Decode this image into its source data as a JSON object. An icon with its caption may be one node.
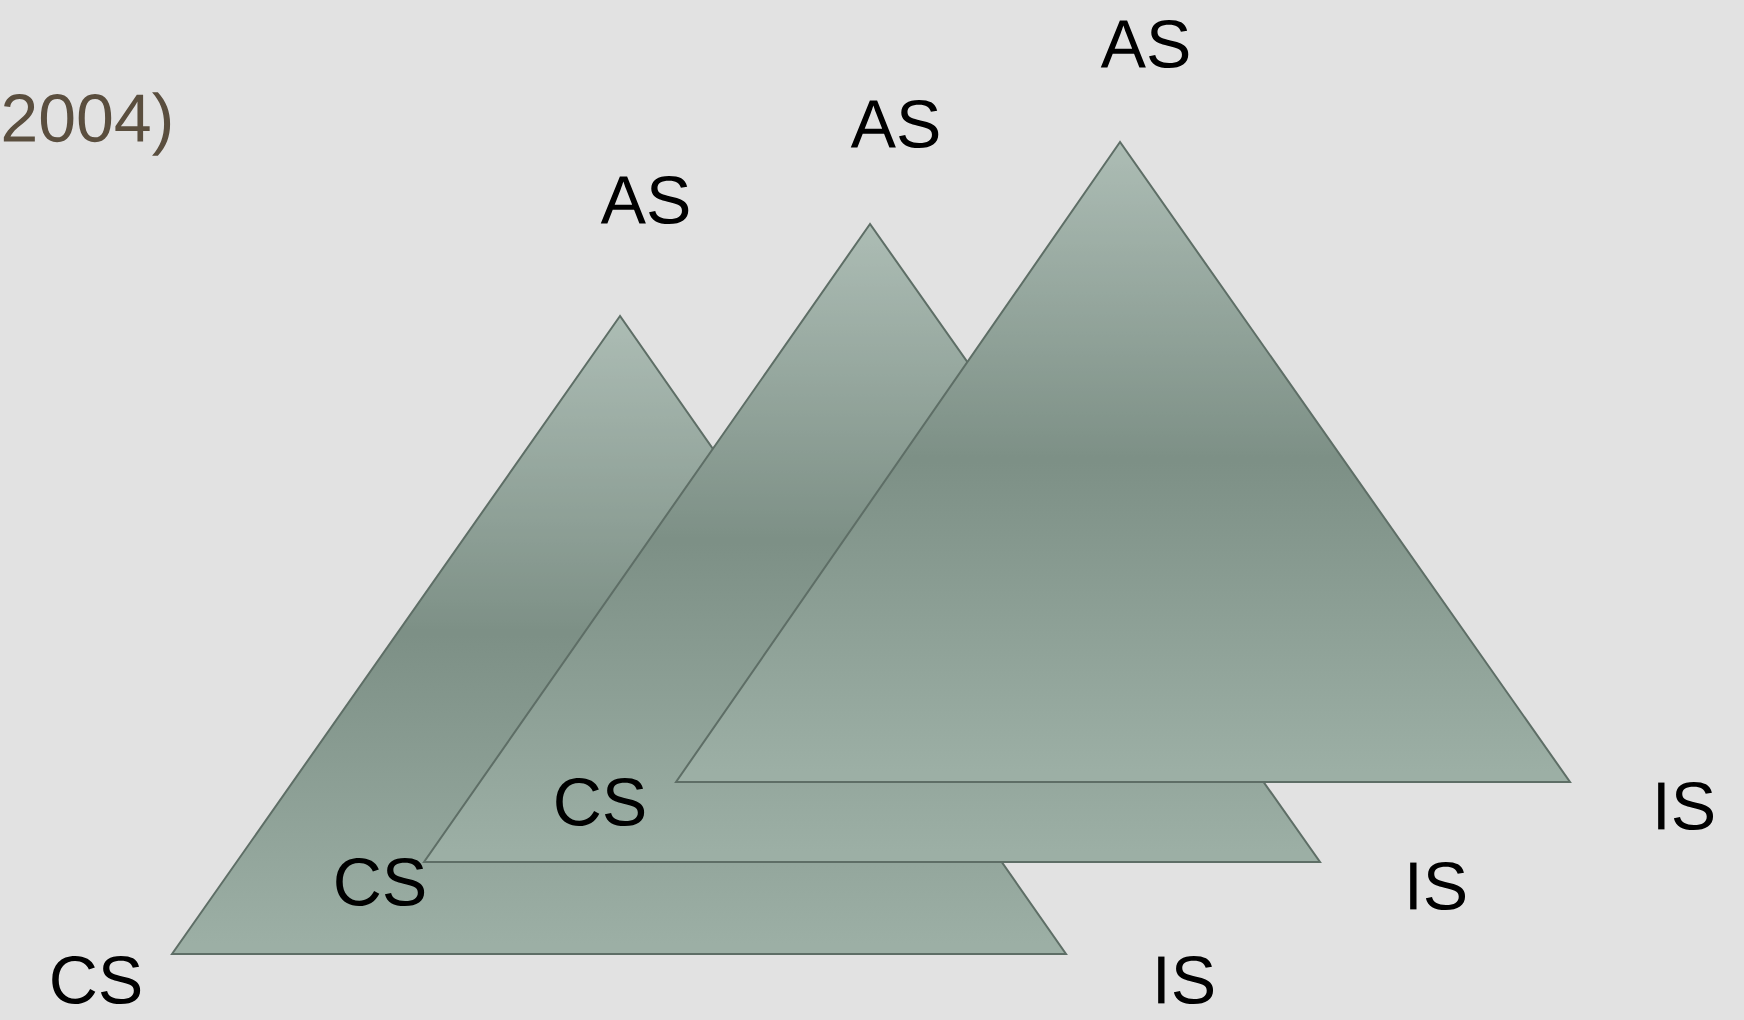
{
  "diagram": {
    "nodes": [
      {
        "text": [],
        "shape": "triangle"
      },
      {
        "text": [],
        "shape": "triangle"
      },
      {
        "text": [],
        "shape": "triangle"
      }
    ],
    "labels": [
      "AS",
      "2004)",
      "AS",
      "AS",
      "CS",
      "IS",
      "CS",
      "IS",
      "CS",
      "IS"
    ]
  }
}
